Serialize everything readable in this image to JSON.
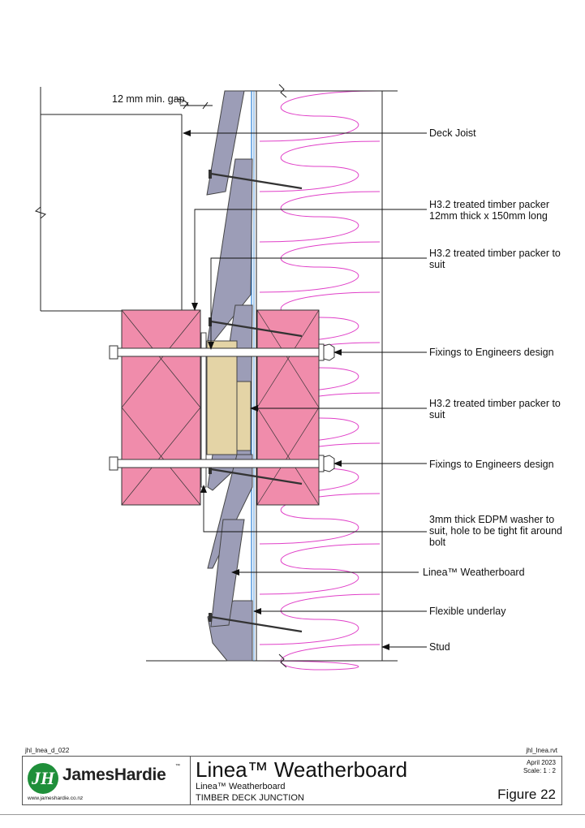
{
  "colors": {
    "timber_pink": "#f08cab",
    "weatherboard_grey": "#9c9db7",
    "packer_tan": "#e4d4a6",
    "insulation_magenta": "#e040c8",
    "underlay_blue": "#2a7fd4",
    "brand_green": "#1f8f3a"
  },
  "drawing": {
    "gap_label": "12 mm min. gap",
    "callouts": [
      {
        "line1": "Deck Joist",
        "line2": "",
        "line3": ""
      },
      {
        "line1": "H3.2 treated timber packer",
        "line2": "12mm thick x 150mm long",
        "line3": ""
      },
      {
        "line1": "H3.2 treated timber packer to",
        "line2": "suit",
        "line3": ""
      },
      {
        "line1": "Fixings to Engineers design",
        "line2": "",
        "line3": ""
      },
      {
        "line1": "H3.2 treated timber packer to",
        "line2": "suit",
        "line3": ""
      },
      {
        "line1": "Fixings to Engineers design",
        "line2": "",
        "line3": ""
      },
      {
        "line1": "3mm thick EDPM washer to",
        "line2": "suit, hole to be tight fit around",
        "line3": "bolt"
      },
      {
        "line1": "Linea™ Weatherboard",
        "line2": "",
        "line3": ""
      },
      {
        "line1": "Flexible underlay",
        "line2": "",
        "line3": ""
      },
      {
        "line1": "Stud",
        "line2": "",
        "line3": ""
      }
    ]
  },
  "title_block": {
    "drawing_code": "jhl_lnea_d_022",
    "file_name": "jhl_lnea.rvt",
    "logo_monogram": "JH",
    "brand": "JamesHardie",
    "brand_tm": "™",
    "website": "www.jameshardie.co.nz",
    "title": "Linea™ Weatherboard",
    "subtitle": "Linea™ Weatherboard",
    "detail_name": "TIMBER DECK JUNCTION",
    "date": "April 2023",
    "scale": "Scale: 1 : 2",
    "figure": "Figure 22"
  }
}
